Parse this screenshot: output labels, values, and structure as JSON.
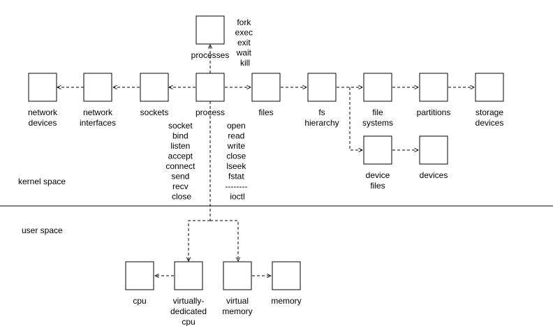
{
  "regions": {
    "kernel": "kernel space",
    "user": "user space"
  },
  "nodes": [
    {
      "id": "processes",
      "label": [
        "processes"
      ]
    },
    {
      "id": "network_devices",
      "label": [
        "network",
        "devices"
      ]
    },
    {
      "id": "network_interfaces",
      "label": [
        "network",
        "interfaces"
      ]
    },
    {
      "id": "sockets",
      "label": [
        "sockets"
      ]
    },
    {
      "id": "process",
      "label": [
        "process"
      ]
    },
    {
      "id": "files",
      "label": [
        "files"
      ]
    },
    {
      "id": "fs_hierarchy",
      "label": [
        "fs",
        "hierarchy"
      ]
    },
    {
      "id": "file_systems",
      "label": [
        "file",
        "systems"
      ]
    },
    {
      "id": "partitions",
      "label": [
        "partitions"
      ]
    },
    {
      "id": "storage_devices",
      "label": [
        "storage",
        "devices"
      ]
    },
    {
      "id": "device_files",
      "label": [
        "device",
        "files"
      ]
    },
    {
      "id": "devices",
      "label": [
        "devices"
      ]
    },
    {
      "id": "cpu",
      "label": [
        "cpu"
      ]
    },
    {
      "id": "virtually_dedicated_cpu",
      "label": [
        "virtually-",
        "dedicated",
        "cpu"
      ]
    },
    {
      "id": "virtual_memory",
      "label": [
        "virtual",
        "memory"
      ]
    },
    {
      "id": "memory",
      "label": [
        "memory"
      ]
    }
  ],
  "syscall_lists": {
    "process_control": [
      "fork",
      "exec",
      "exit",
      "wait",
      "kill"
    ],
    "socket_calls": [
      "socket",
      "bind",
      "listen",
      "accept",
      "connect",
      "send",
      "recv",
      "close"
    ],
    "file_calls": [
      "open",
      "read",
      "write",
      "close",
      "lseek",
      "fstat",
      "--------",
      "ioctl"
    ]
  },
  "colors": {
    "stroke": "#000000",
    "background": "#ffffff"
  }
}
